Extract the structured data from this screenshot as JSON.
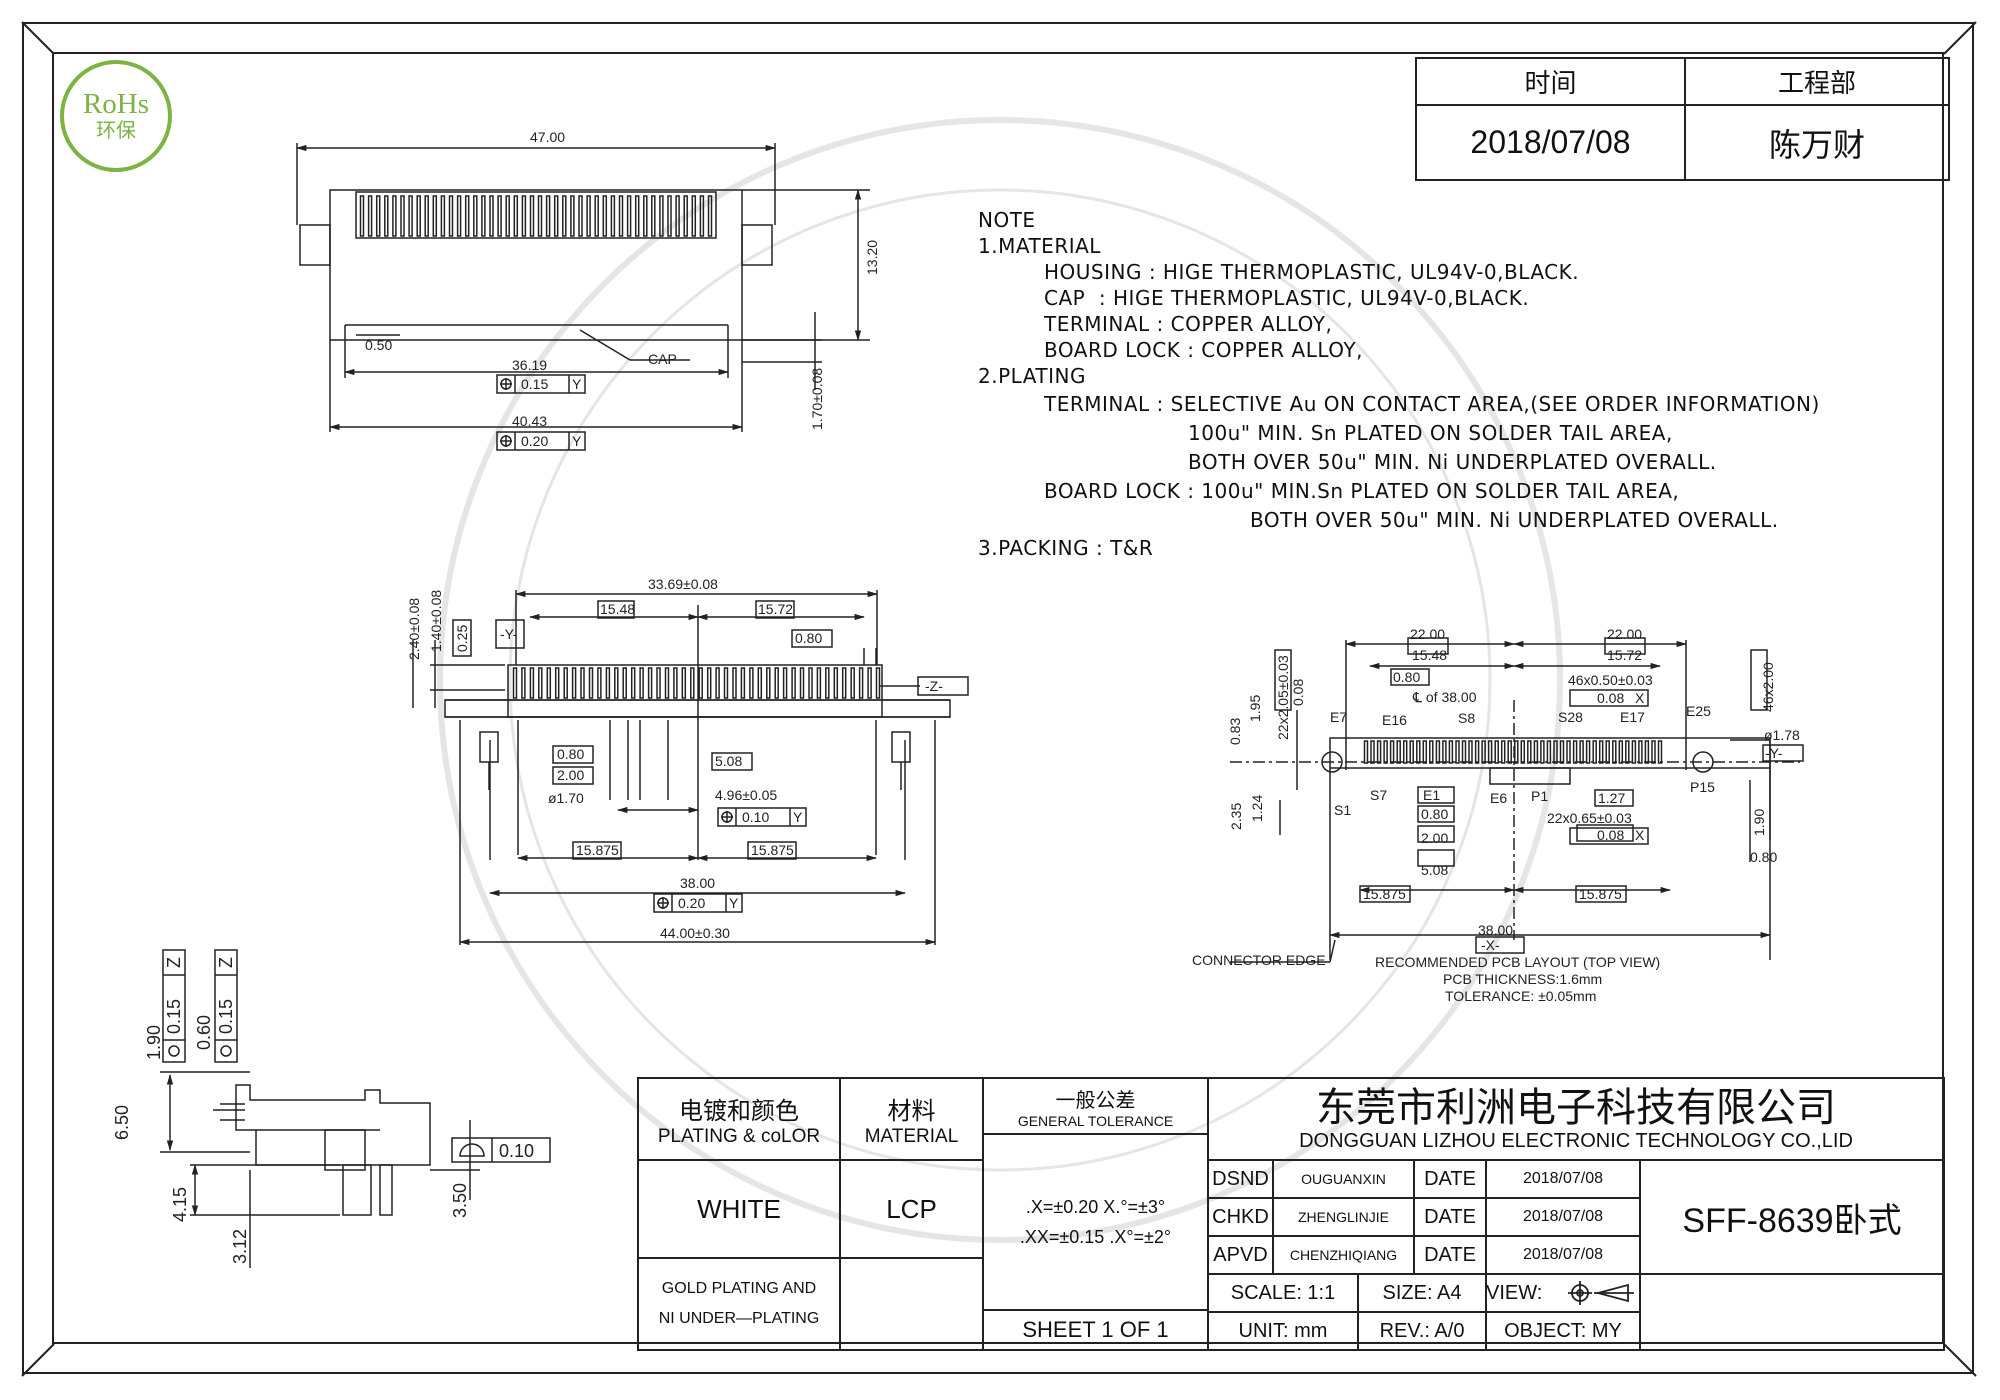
{
  "badge": {
    "line1": "RoHs",
    "line2": "环保"
  },
  "header": {
    "time_label": "时间",
    "dept_label": "工程部",
    "date": "2018/07/08",
    "person": "陈万财"
  },
  "notes": {
    "title": "NOTE",
    "material_heading": "1.MATERIAL",
    "housing": "HOUSING : HIGE THERMOPLASTIC, UL94V-0,BLACK.",
    "cap": "CAP  : HIGE THERMOPLASTIC, UL94V-0,BLACK.",
    "terminal": "TERMINAL : COPPER ALLOY,",
    "board_lock": "BOARD LOCK : COPPER ALLOY,",
    "plating_heading": "2.PLATING",
    "plating_terminal_1": "TERMINAL : SELECTIVE Au ON CONTACT AREA,(SEE ORDER INFORMATION)",
    "plating_terminal_2": "100u\" MIN. Sn PLATED ON SOLDER TAIL AREA,",
    "plating_terminal_3": "BOTH OVER 50u\" MIN. Ni UNDERPLATED OVERALL.",
    "plating_lock_1": "BOARD LOCK : 100u\" MIN.Sn PLATED ON SOLDER TAIL AREA,",
    "plating_lock_2": "BOTH OVER 50u\" MIN. Ni UNDERPLATED OVERALL.",
    "packing": "3.PACKING : T&R"
  },
  "top_view": {
    "d_47": "47.00",
    "d_1320": "13.20",
    "d_050": "0.50",
    "cap": "CAP",
    "d_3619": "36.19",
    "tol_015": "0.15",
    "datum_y": "Y",
    "d_170": "1.70±0.08",
    "d_4043": "40.43",
    "tol_020": "0.20"
  },
  "front_view": {
    "d_3369": "33.69±0.08",
    "d_1548": "15.48",
    "d_1572": "15.72",
    "d_080": "0.80",
    "d_240": "2.40±0.08",
    "d_140": "1.40±0.08",
    "d_025": "0.25",
    "datum_y": "-Y-",
    "datum_z": "-Z-",
    "d_080b": "0.80",
    "d_200": "2.00",
    "d_508": "5.08",
    "d_dia170": "ø1.70",
    "d_496": "4.96±0.05",
    "tol_010": "0.10",
    "y": "Y",
    "d_15875a": "15.875",
    "d_15875b": "15.875",
    "d_3800": "38.00",
    "tol_020": "0.20",
    "d_4400": "44.00±0.30"
  },
  "pcb_layout": {
    "d_2200a": "22.00",
    "d_2200b": "22.00",
    "d_1548": "15.48",
    "d_1572": "15.72",
    "d_080": "0.80",
    "cl_of": "℄ of 38.00",
    "pitch_050": "46x0.50±0.03",
    "tol_008": "0.08",
    "x": "X",
    "y": "Y",
    "d_22x205": "22x2.05±0.03",
    "d_46x200": "46x2.00",
    "d_195": "1.95",
    "d_083": "0.83",
    "e7": "E7",
    "e16": "E16",
    "s8": "S8",
    "s28": "S28",
    "e17": "E17",
    "e25": "E25",
    "d_178": "ø1.78",
    "datum_y": "-Y-",
    "s7": "S7",
    "e1": "E1",
    "e6": "E6",
    "p1": "P1",
    "s1": "S1",
    "p15": "P15",
    "d_127": "1.27",
    "d_22x065": "22x0.65±0.03",
    "d_235": "2.35",
    "d_124": "1.24",
    "d_080b": "0.80",
    "d_200": "2.00",
    "d_508": "5.08",
    "d_15875a": "15.875",
    "d_15875b": "15.875",
    "d_190": "1.90",
    "d_080c": "0.80",
    "d_3800": "38.00",
    "datum_x": "-X-",
    "connector_edge": "CONNECTOR EDGE",
    "caption_1": "RECOMMENDED PCB LAYOUT (TOP VIEW)",
    "caption_2": "PCB THICKNESS:1.6mm",
    "caption_3": "TOLERANCE: ±0.05mm"
  },
  "side_view": {
    "d_190": "1.90",
    "d_060": "0.60",
    "tol_015a": "0.15",
    "tol_015b": "0.15",
    "z": "Z",
    "d_650": "6.50",
    "d_415": "4.15",
    "d_312": "3.12",
    "d_350": "3.50",
    "flat_010": "0.10"
  },
  "title_block": {
    "plating_cn": "电镀和颜色",
    "plating_en": "PLATING & coLOR",
    "material_cn": "材料",
    "material_en": "MATERIAL",
    "tol_cn": "一般公差",
    "tol_en": "GENERAL TOLERANCE",
    "color": "WHITE",
    "material": "LCP",
    "tol_1": ".X=±0.20  X.°=±3°",
    "tol_2": ".XX=±0.15   .X°=±2°",
    "finish_1": "GOLD PLATING AND",
    "finish_2": "NI UNDER—PLATING",
    "sheet": "SHEET 1 OF 1",
    "company_cn": "东莞市利洲电子科技有限公司",
    "company_en": "DONGGUAN LIZHOU ELECTRONIC TECHNOLOGY CO.,LID",
    "dsnd": "DSND",
    "dsnd_name": "OUGUANXIN",
    "chkd": "CHKD",
    "chkd_name": "ZHENGLINJIE",
    "apvd": "APVD",
    "apvd_name": "CHENZHIQIANG",
    "date_label": "DATE",
    "date_1": "2018/07/08",
    "date_2": "2018/07/08",
    "date_3": "2018/07/08",
    "part_no": "SFF-8639卧式",
    "scale": "SCALE: 1:1",
    "size": "SIZE: A4",
    "view": "VIEW:",
    "unit": "UNIT: mm",
    "rev": "REV.: A/0",
    "object": "OBJECT: MY"
  }
}
